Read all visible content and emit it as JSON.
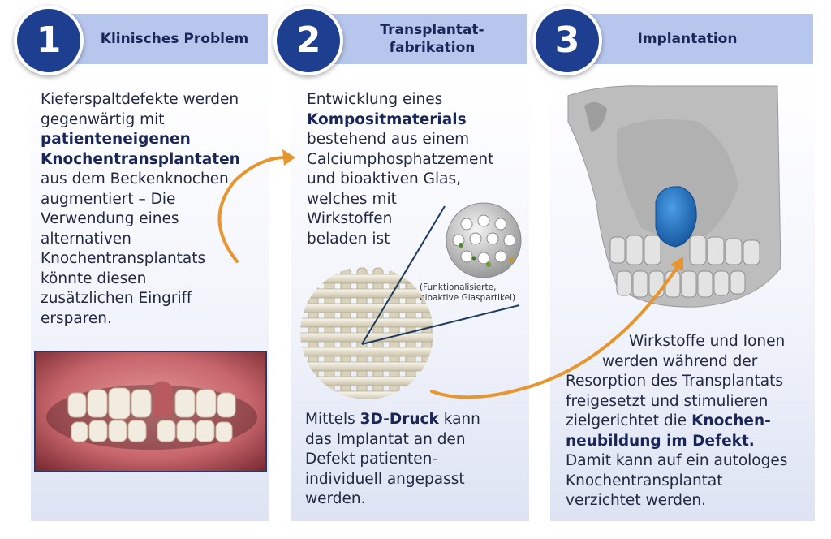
{
  "steps": [
    {
      "number": "1",
      "title": "Klinisches Problem"
    },
    {
      "number": "2",
      "title_line1": "Transplantat-",
      "title_line2": "fabrikation"
    },
    {
      "number": "3",
      "title": "Implantation"
    }
  ],
  "col1": {
    "l1": "Kieferspaltdefekte werden",
    "l2": "gegenwärtig mit",
    "b1": "patienteneigenen",
    "b2": "Knochentransplantaten",
    "l3": "aus dem Beckenknochen",
    "l4": "augmentiert – Die",
    "l5": "Verwendung eines",
    "l6": "alternativen",
    "l7": "Knochentransplantats",
    "l8": "könnte diesen",
    "l9": "zusätzlichen Eingriff",
    "l10": "ersparen."
  },
  "col2a": {
    "l1": "Entwicklung eines",
    "b1": "Kompositmaterials",
    "l2": "bestehend aus einem",
    "l3": "Calciumphosphatzement",
    "l4": "und bioaktiven Glas,",
    "l5": "welches mit",
    "l6": "Wirkstoffen",
    "l7": "beladen ist"
  },
  "caption": {
    "l1": "(Funktionalisierte,",
    "l2": "bioaktive Glaspartikel)"
  },
  "col2b": {
    "l1a": "Mittels ",
    "b1": "3D-Druck",
    " l1b": "",
    "l1c": " kann",
    "l2": "das Implantat an den",
    "l3": "Defekt patienten-",
    "l4": "individuell angepasst",
    "l5": "werden."
  },
  "col3": {
    "l1": "Wirkstoffe und Ionen",
    "l2": "werden während der",
    "l3": "Resorption des Transplantats",
    "l4": "freigesetzt und stimulieren",
    "l5": "zielgerichtet die ",
    "b1": "Knochen-",
    "b2": "neubildung im Defekt.",
    "l6": "Damit kann auf ein autologes",
    "l7": "Knochentransplantat",
    "l8": "verzichtet werden."
  },
  "colors": {
    "navy": "#1e3f8f",
    "header_bar": "#b7c6ec",
    "arrow": "#e8952e",
    "implant": "#1f6fc4"
  },
  "icons": [
    "orange-curved-arrow",
    "scaffold-lattice",
    "glass-particle-sphere",
    "skull-model",
    "mouth-photo"
  ]
}
